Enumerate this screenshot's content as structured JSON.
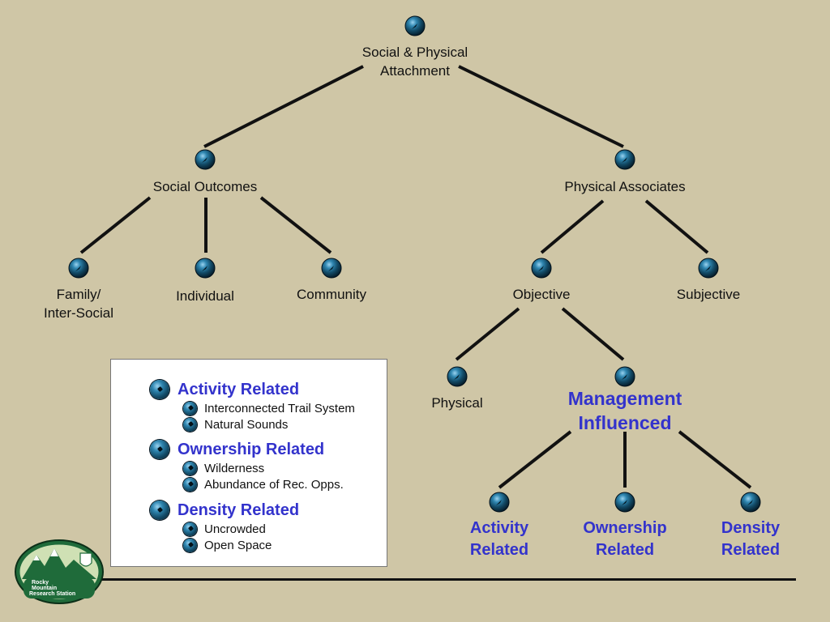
{
  "tree": {
    "nodes": {
      "root": {
        "label": [
          "Social & Physical",
          "Attachment"
        ]
      },
      "social": {
        "label": [
          "Social Outcomes"
        ]
      },
      "physical": {
        "label": [
          "Physical Associates"
        ]
      },
      "family": {
        "label": [
          "Family/",
          "Inter-Social"
        ]
      },
      "individual": {
        "label": [
          "Individual"
        ]
      },
      "community": {
        "label": [
          "Community"
        ]
      },
      "objective": {
        "label": [
          "Objective"
        ]
      },
      "subjective": {
        "label": [
          "Subjective"
        ]
      },
      "phys": {
        "label": [
          "Physical"
        ]
      },
      "mgmt": {
        "label": [
          "Management",
          "Influenced"
        ]
      },
      "activity": {
        "label": [
          "Activity",
          "Related"
        ]
      },
      "ownership": {
        "label": [
          "Ownership",
          "Related"
        ]
      },
      "density": {
        "label": [
          "Density",
          "Related"
        ]
      }
    },
    "edges": [
      [
        "root",
        "social"
      ],
      [
        "root",
        "physical"
      ],
      [
        "social",
        "family"
      ],
      [
        "social",
        "individual"
      ],
      [
        "social",
        "community"
      ],
      [
        "physical",
        "objective"
      ],
      [
        "physical",
        "subjective"
      ],
      [
        "objective",
        "phys"
      ],
      [
        "objective",
        "mgmt"
      ],
      [
        "mgmt",
        "activity"
      ],
      [
        "mgmt",
        "ownership"
      ],
      [
        "mgmt",
        "density"
      ]
    ]
  },
  "legend": {
    "sections": [
      {
        "title": "Activity Related",
        "items": [
          "Interconnected Trail System",
          "Natural Sounds"
        ]
      },
      {
        "title": "Ownership Related",
        "items": [
          "Wilderness",
          "Abundance of Rec. Opps."
        ]
      },
      {
        "title": "Density Related",
        "items": [
          "Uncrowded",
          "Open Space"
        ]
      }
    ]
  },
  "logo": {
    "text": [
      "Rocky",
      "Mountain",
      "Research Station"
    ]
  },
  "colors": {
    "background": "#cfc6a6",
    "accent_text": "#3333cc",
    "line": "#111111"
  }
}
